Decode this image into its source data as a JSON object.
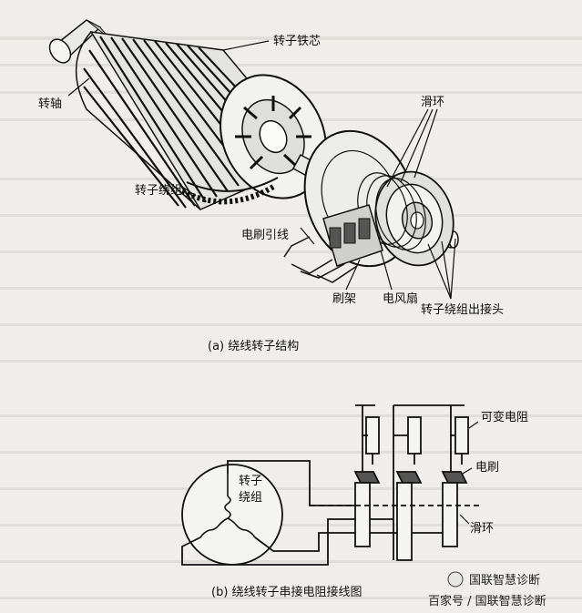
{
  "diagram_a": {
    "caption": "(a) 绕线转子结构",
    "labels": {
      "rotor_core": "转子铁芯",
      "shaft": "转轴",
      "slip_ring": "滑环",
      "rotor_winding": "转子绕组",
      "brush_lead": "电刷引线",
      "brush_holder": "刷架",
      "fan": "电风扇",
      "winding_terminal": "转子绕组出接头"
    }
  },
  "diagram_b": {
    "caption": "(b) 绕线转子串接电阻接线图",
    "labels": {
      "rotor_winding_line1": "转子",
      "rotor_winding_line2": "绕组",
      "variable_resistor": "可变电阻",
      "brush": "电刷",
      "slip_ring": "滑环"
    }
  },
  "watermark": {
    "line1": "国联智慧诊断",
    "line2": "百家号 / 国联智慧诊断"
  },
  "colors": {
    "background": "#efeeea",
    "ink": "#111111",
    "faint_text": "#c9c8c3"
  }
}
